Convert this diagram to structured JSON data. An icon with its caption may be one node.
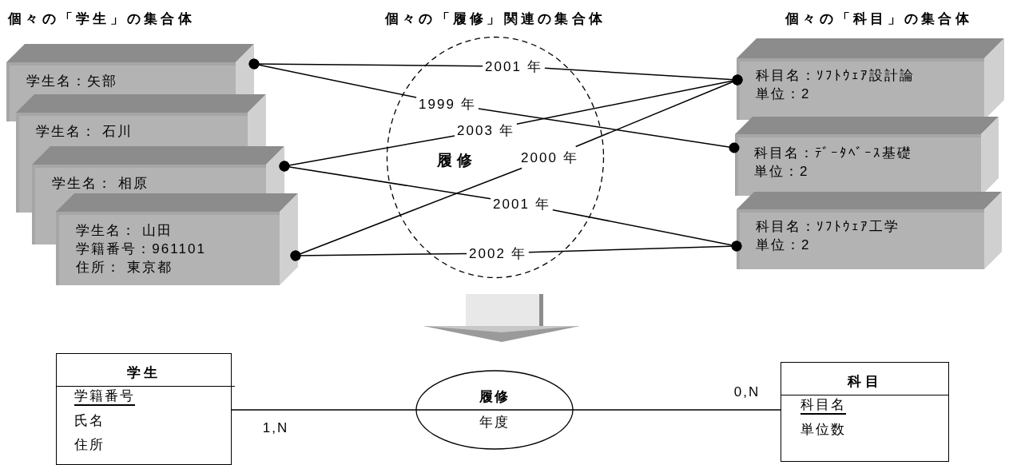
{
  "diagram": {
    "nodes": [
      {
        "text": [
          "学生名：矢部"
        ]
      },
      {
        "text": [
          "学生名： 石川"
        ]
      },
      {
        "text": [
          "学生名： 相原"
        ]
      },
      {
        "text": [
          "学生名： 山田",
          "学籍番号：961101",
          "住所： 東京都"
        ]
      },
      {
        "text": [
          "履修"
        ]
      },
      {
        "text": [
          "2001 年"
        ],
        "in": 4
      },
      {
        "text": [
          "1999 年"
        ],
        "in": 4
      },
      {
        "text": [
          "2003 年"
        ],
        "in": 4
      },
      {
        "text": [
          "2000 年"
        ],
        "in": 4
      },
      {
        "text": [
          "2001 年"
        ],
        "in": 4
      },
      {
        "text": [
          "2002 年"
        ],
        "in": 4
      },
      {
        "text": [
          "科目名：ｿﾌﾄｳｪｱ設計論",
          "単位：2"
        ]
      },
      {
        "text": [
          "科目名：ﾃﾞｰﾀﾍﾞｰｽ基礎",
          "単位：2"
        ]
      },
      {
        "text": [
          "科目名：ｿﾌﾄｳｪｱ工学",
          "単位：2"
        ]
      },
      {
        "text": [
          "学生",
          "学籍番号",
          "氏名",
          "住所"
        ]
      },
      {
        "text": [
          "履修",
          "年度"
        ]
      },
      {
        "text": [
          "科目",
          "科目名",
          "単位数"
        ]
      }
    ],
    "edges": [
      {
        "from": 5,
        "to": 0,
        "arrow": "other"
      },
      {
        "from": 6,
        "to": 0,
        "arrow": "other"
      },
      {
        "from": 7,
        "to": 2,
        "arrow": "other"
      },
      {
        "from": 9,
        "to": 2,
        "arrow": "other"
      },
      {
        "from": 8,
        "to": 3,
        "arrow": "other"
      },
      {
        "from": 10,
        "to": 3,
        "arrow": "other"
      },
      {
        "from": 5,
        "to": 11,
        "arrow": "other"
      },
      {
        "from": 6,
        "to": 12,
        "arrow": "other"
      },
      {
        "from": 7,
        "to": 11,
        "arrow": "other"
      },
      {
        "from": 8,
        "to": 11,
        "arrow": "other"
      },
      {
        "from": 9,
        "to": 13,
        "arrow": "other"
      },
      {
        "from": 10,
        "to": 13,
        "arrow": "other"
      },
      {
        "from": 14,
        "to": 15,
        "arrow": "none",
        "label": "1,N"
      },
      {
        "from": 15,
        "to": 16,
        "arrow": "none",
        "label": "0,N"
      }
    ],
    "labels": [
      "個々の「学生」の集合体",
      "個々の「履修」関連の集合体",
      "個々の「科目」の集合体"
    ]
  }
}
